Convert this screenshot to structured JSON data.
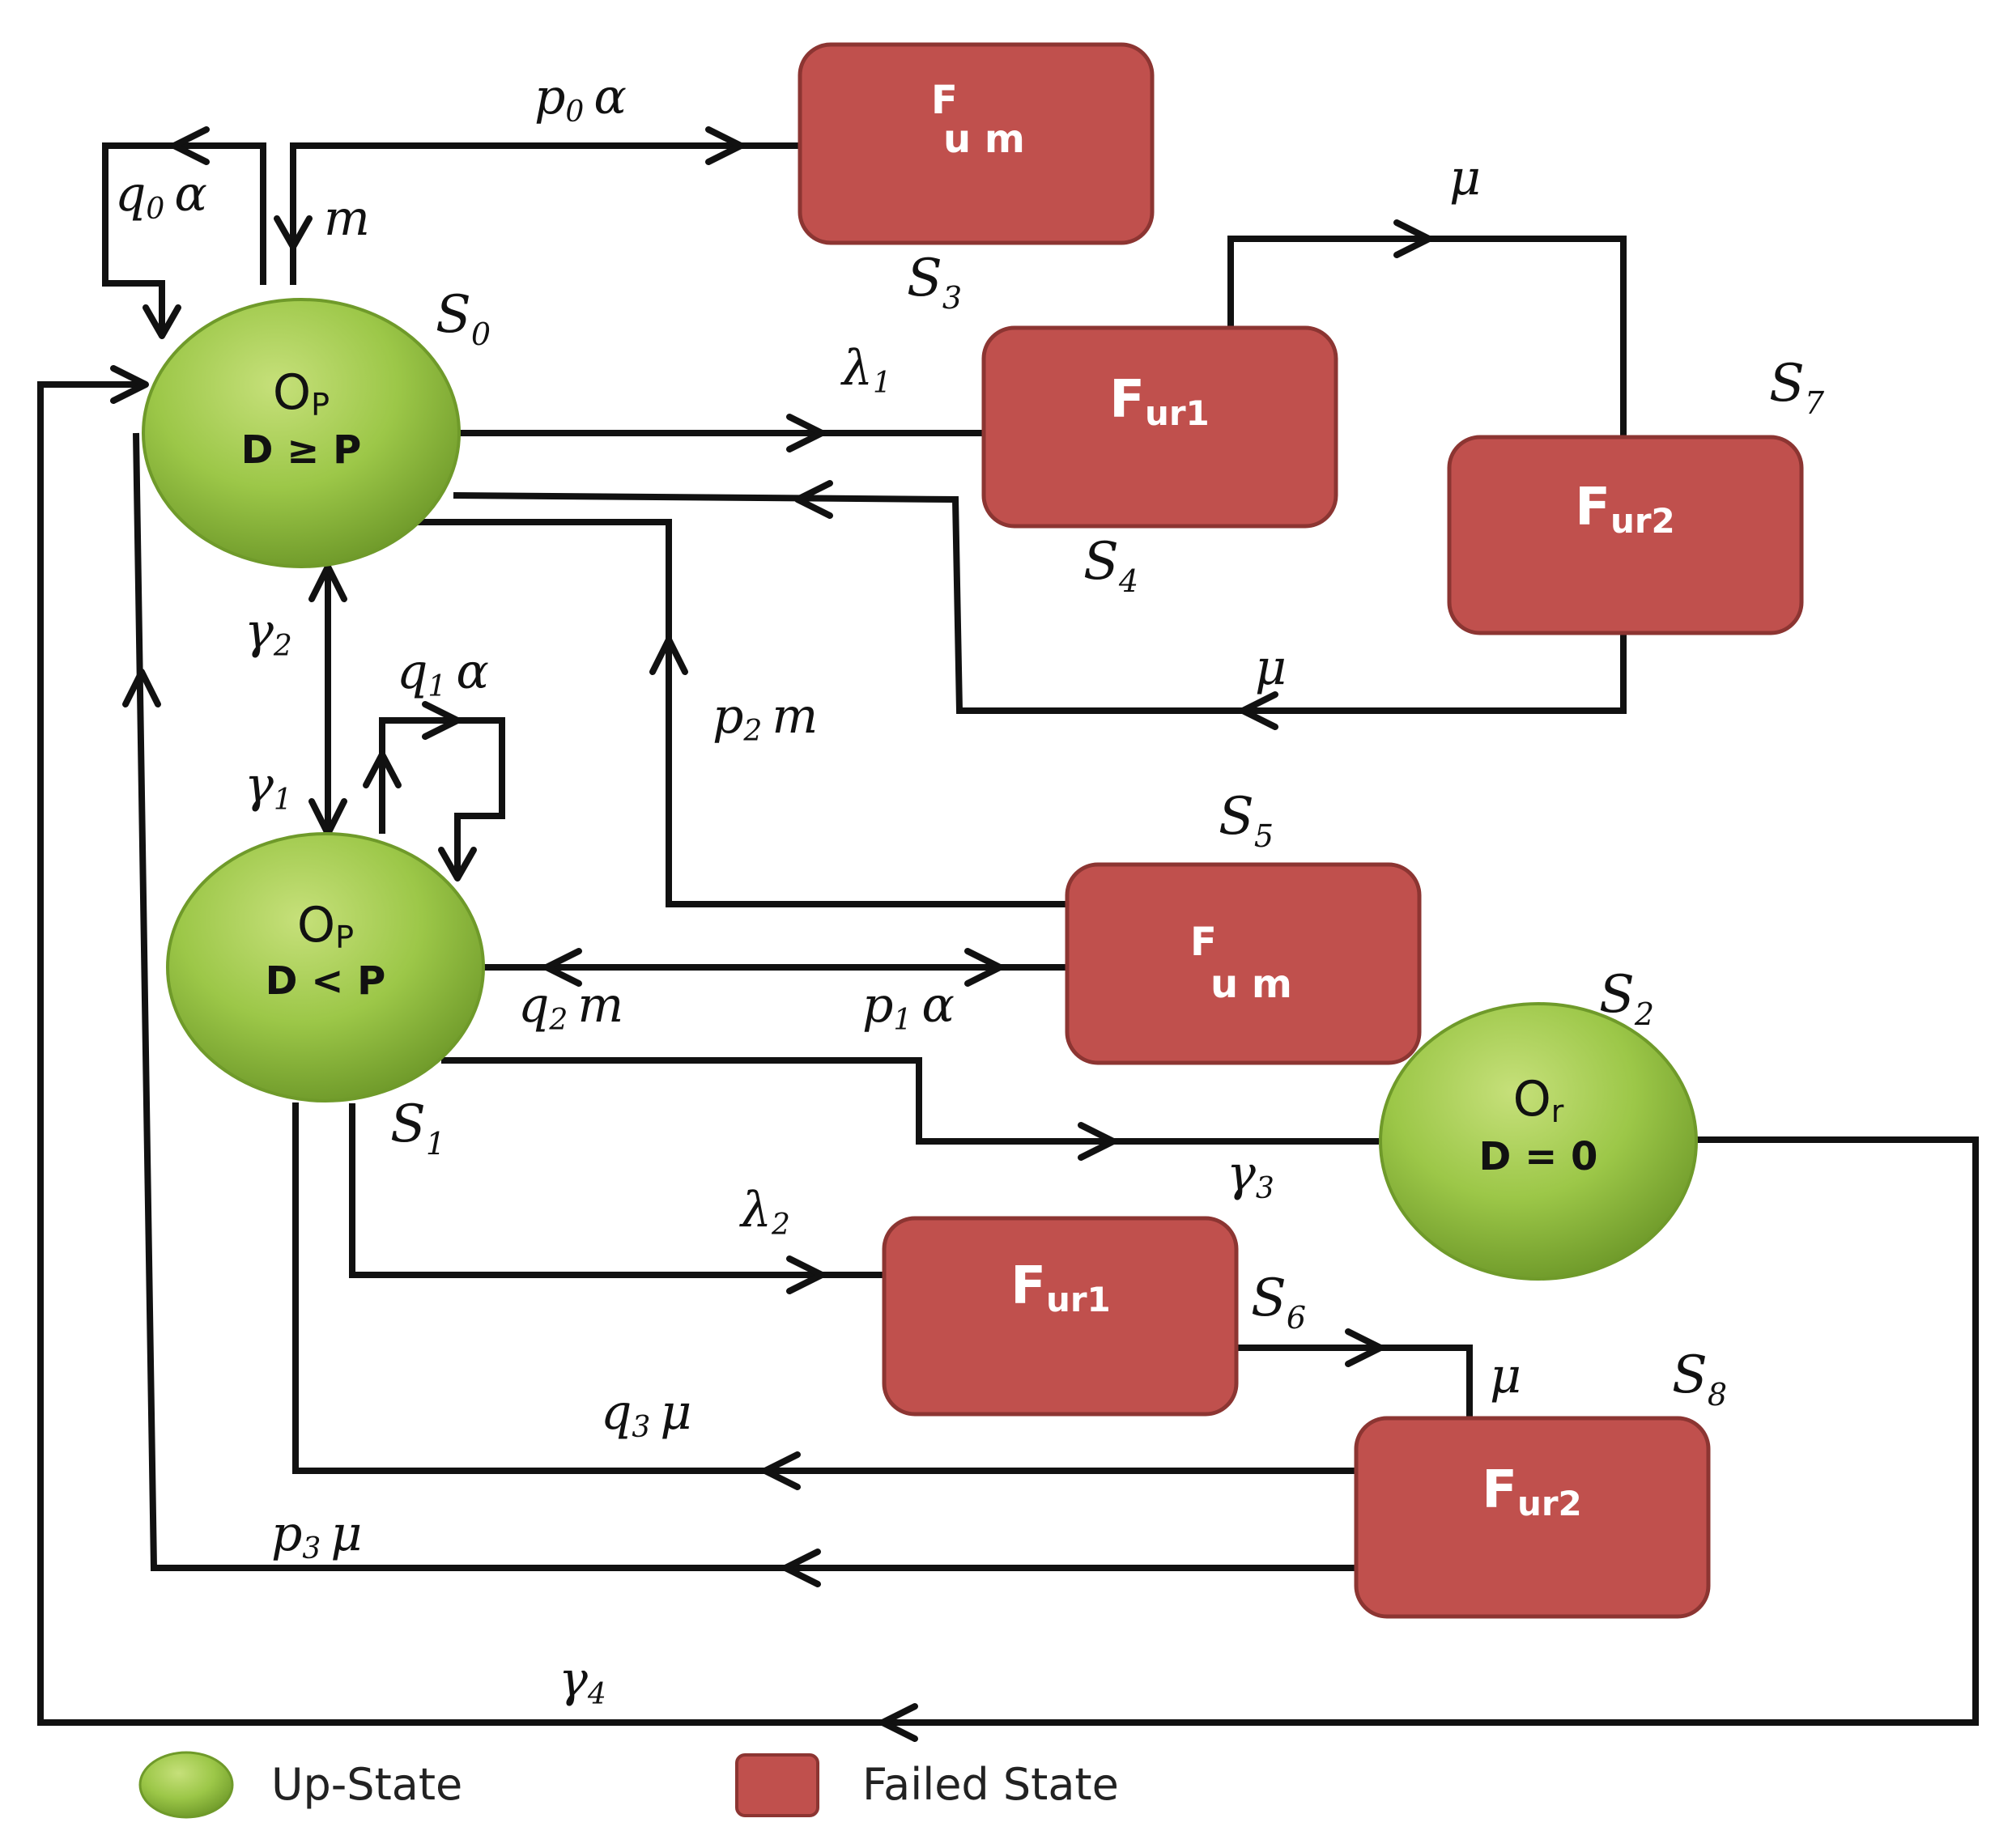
{
  "colors": {
    "up_state_fill": "#8fbc3c",
    "up_state_stroke": "#6f9a2a",
    "failed_state_fill": "#c0504d",
    "failed_state_stroke": "#8c3532",
    "edge": "#111111"
  },
  "nodes": {
    "s0": {
      "state": "S",
      "index": "0",
      "main": "O",
      "main_sub": "P",
      "condition": "D ≥ P",
      "kind": "up"
    },
    "s1": {
      "state": "S",
      "index": "1",
      "main": "O",
      "main_sub": "P",
      "condition": "D < P",
      "kind": "up"
    },
    "s2": {
      "state": "S",
      "index": "2",
      "main": "O",
      "main_sub": "r",
      "condition": "D = 0",
      "kind": "up"
    },
    "s3": {
      "state": "S",
      "index": "3",
      "main": "F",
      "main_sub": "u m",
      "kind": "failed"
    },
    "s4": {
      "state": "S",
      "index": "4",
      "main": "F",
      "main_sub": "ur1",
      "kind": "failed"
    },
    "s5": {
      "state": "S",
      "index": "5",
      "main": "F",
      "main_sub": "u m",
      "kind": "failed"
    },
    "s6": {
      "state": "S",
      "index": "6",
      "main": "F",
      "main_sub": "ur1",
      "kind": "failed"
    },
    "s7": {
      "state": "S",
      "index": "7",
      "main": "F",
      "main_sub": "ur2",
      "kind": "failed"
    },
    "s8": {
      "state": "S",
      "index": "8",
      "main": "F",
      "main_sub": "ur2",
      "kind": "failed"
    }
  },
  "transitions": {
    "p0_alpha": {
      "a": "p",
      "a_sub": "0",
      "b": "α"
    },
    "q0_alpha": {
      "a": "q",
      "a_sub": "0",
      "b": "α"
    },
    "m": {
      "a": "m"
    },
    "lambda1": {
      "a": "λ",
      "a_sub": "1"
    },
    "mu_s4_s7": {
      "a": "μ"
    },
    "mu_s7_s0": {
      "a": "μ"
    },
    "gamma2": {
      "a": "γ",
      "a_sub": "2"
    },
    "gamma1": {
      "a": "γ",
      "a_sub": "1"
    },
    "q1_alpha": {
      "a": "q",
      "a_sub": "1",
      "b": "α"
    },
    "p2_m": {
      "a": "p",
      "a_sub": "2",
      "b": "m"
    },
    "q2_m": {
      "a": "q",
      "a_sub": "2",
      "b": "m"
    },
    "p1_alpha": {
      "a": "p",
      "a_sub": "1",
      "b": "α"
    },
    "gamma3": {
      "a": "γ",
      "a_sub": "3"
    },
    "lambda2": {
      "a": "λ",
      "a_sub": "2"
    },
    "mu_s6_s8": {
      "a": "μ"
    },
    "q3_mu": {
      "a": "q",
      "a_sub": "3",
      "b": "μ"
    },
    "p3_mu": {
      "a": "p",
      "a_sub": "3",
      "b": "μ"
    },
    "gamma4": {
      "a": "γ",
      "a_sub": "4"
    }
  },
  "legend": {
    "up_state": "Up-State",
    "failed_state": "Failed State"
  }
}
